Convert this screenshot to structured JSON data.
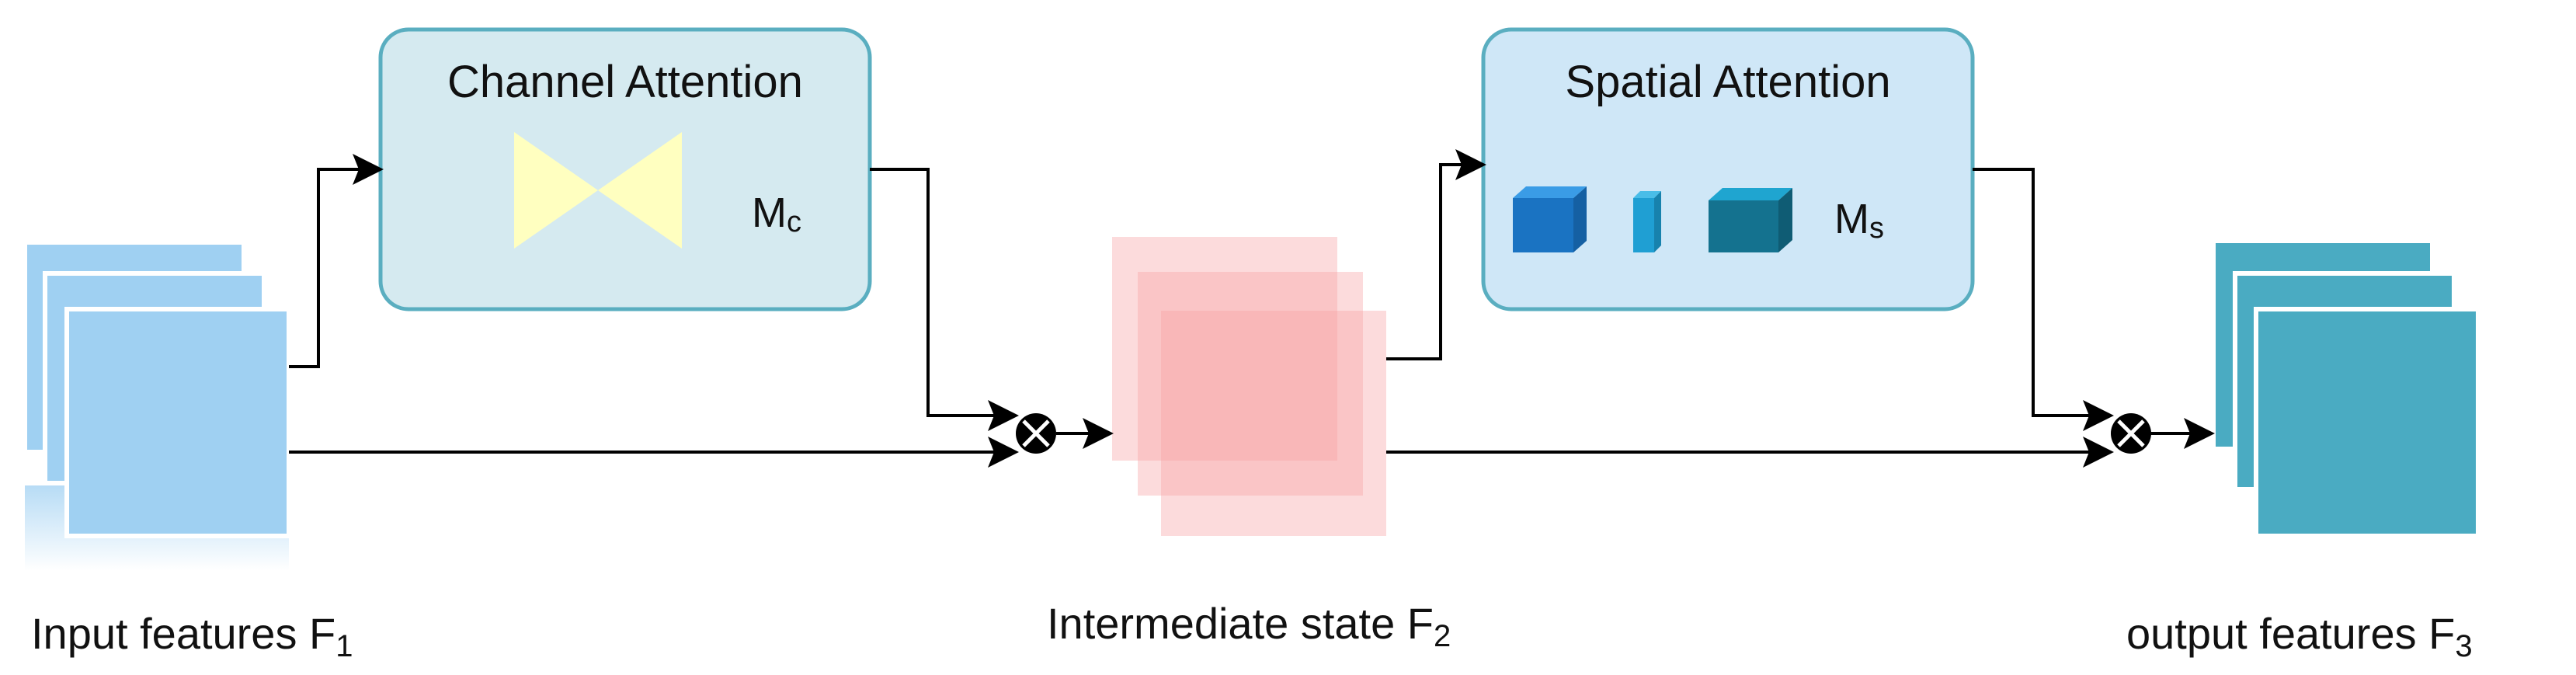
{
  "colors": {
    "channel_box_fill": "#d5eaf0",
    "channel_box_stroke": "#5aaec0",
    "spatial_box_fill": "#cfe7f7",
    "spatial_box_stroke": "#5aaec0",
    "input_feature": "#9fd0f2",
    "intermediate_feature": "#f6a0a4",
    "output_feature": "#4aabc2",
    "bowtie": "#ffffc0",
    "cube_1": "#1e7ecb",
    "cube_2": "#1fa3d6",
    "cube_3": "#177b9c",
    "multiply_node": "#000000"
  },
  "channel_attention": {
    "title": "Channel Attention",
    "map_symbol": "M",
    "map_subscript": "c"
  },
  "spatial_attention": {
    "title": "Spatial Attention",
    "map_symbol": "M",
    "map_subscript": "s"
  },
  "captions": {
    "input": {
      "text": "Input features F",
      "subscript": "1"
    },
    "intermediate": {
      "text": "Intermediate state F",
      "subscript": "2"
    },
    "output": {
      "text": "output features F",
      "subscript": "3"
    }
  },
  "icons": [
    "bowtie-icon",
    "cube-icon",
    "multiply-node-icon",
    "arrowhead-icon"
  ]
}
